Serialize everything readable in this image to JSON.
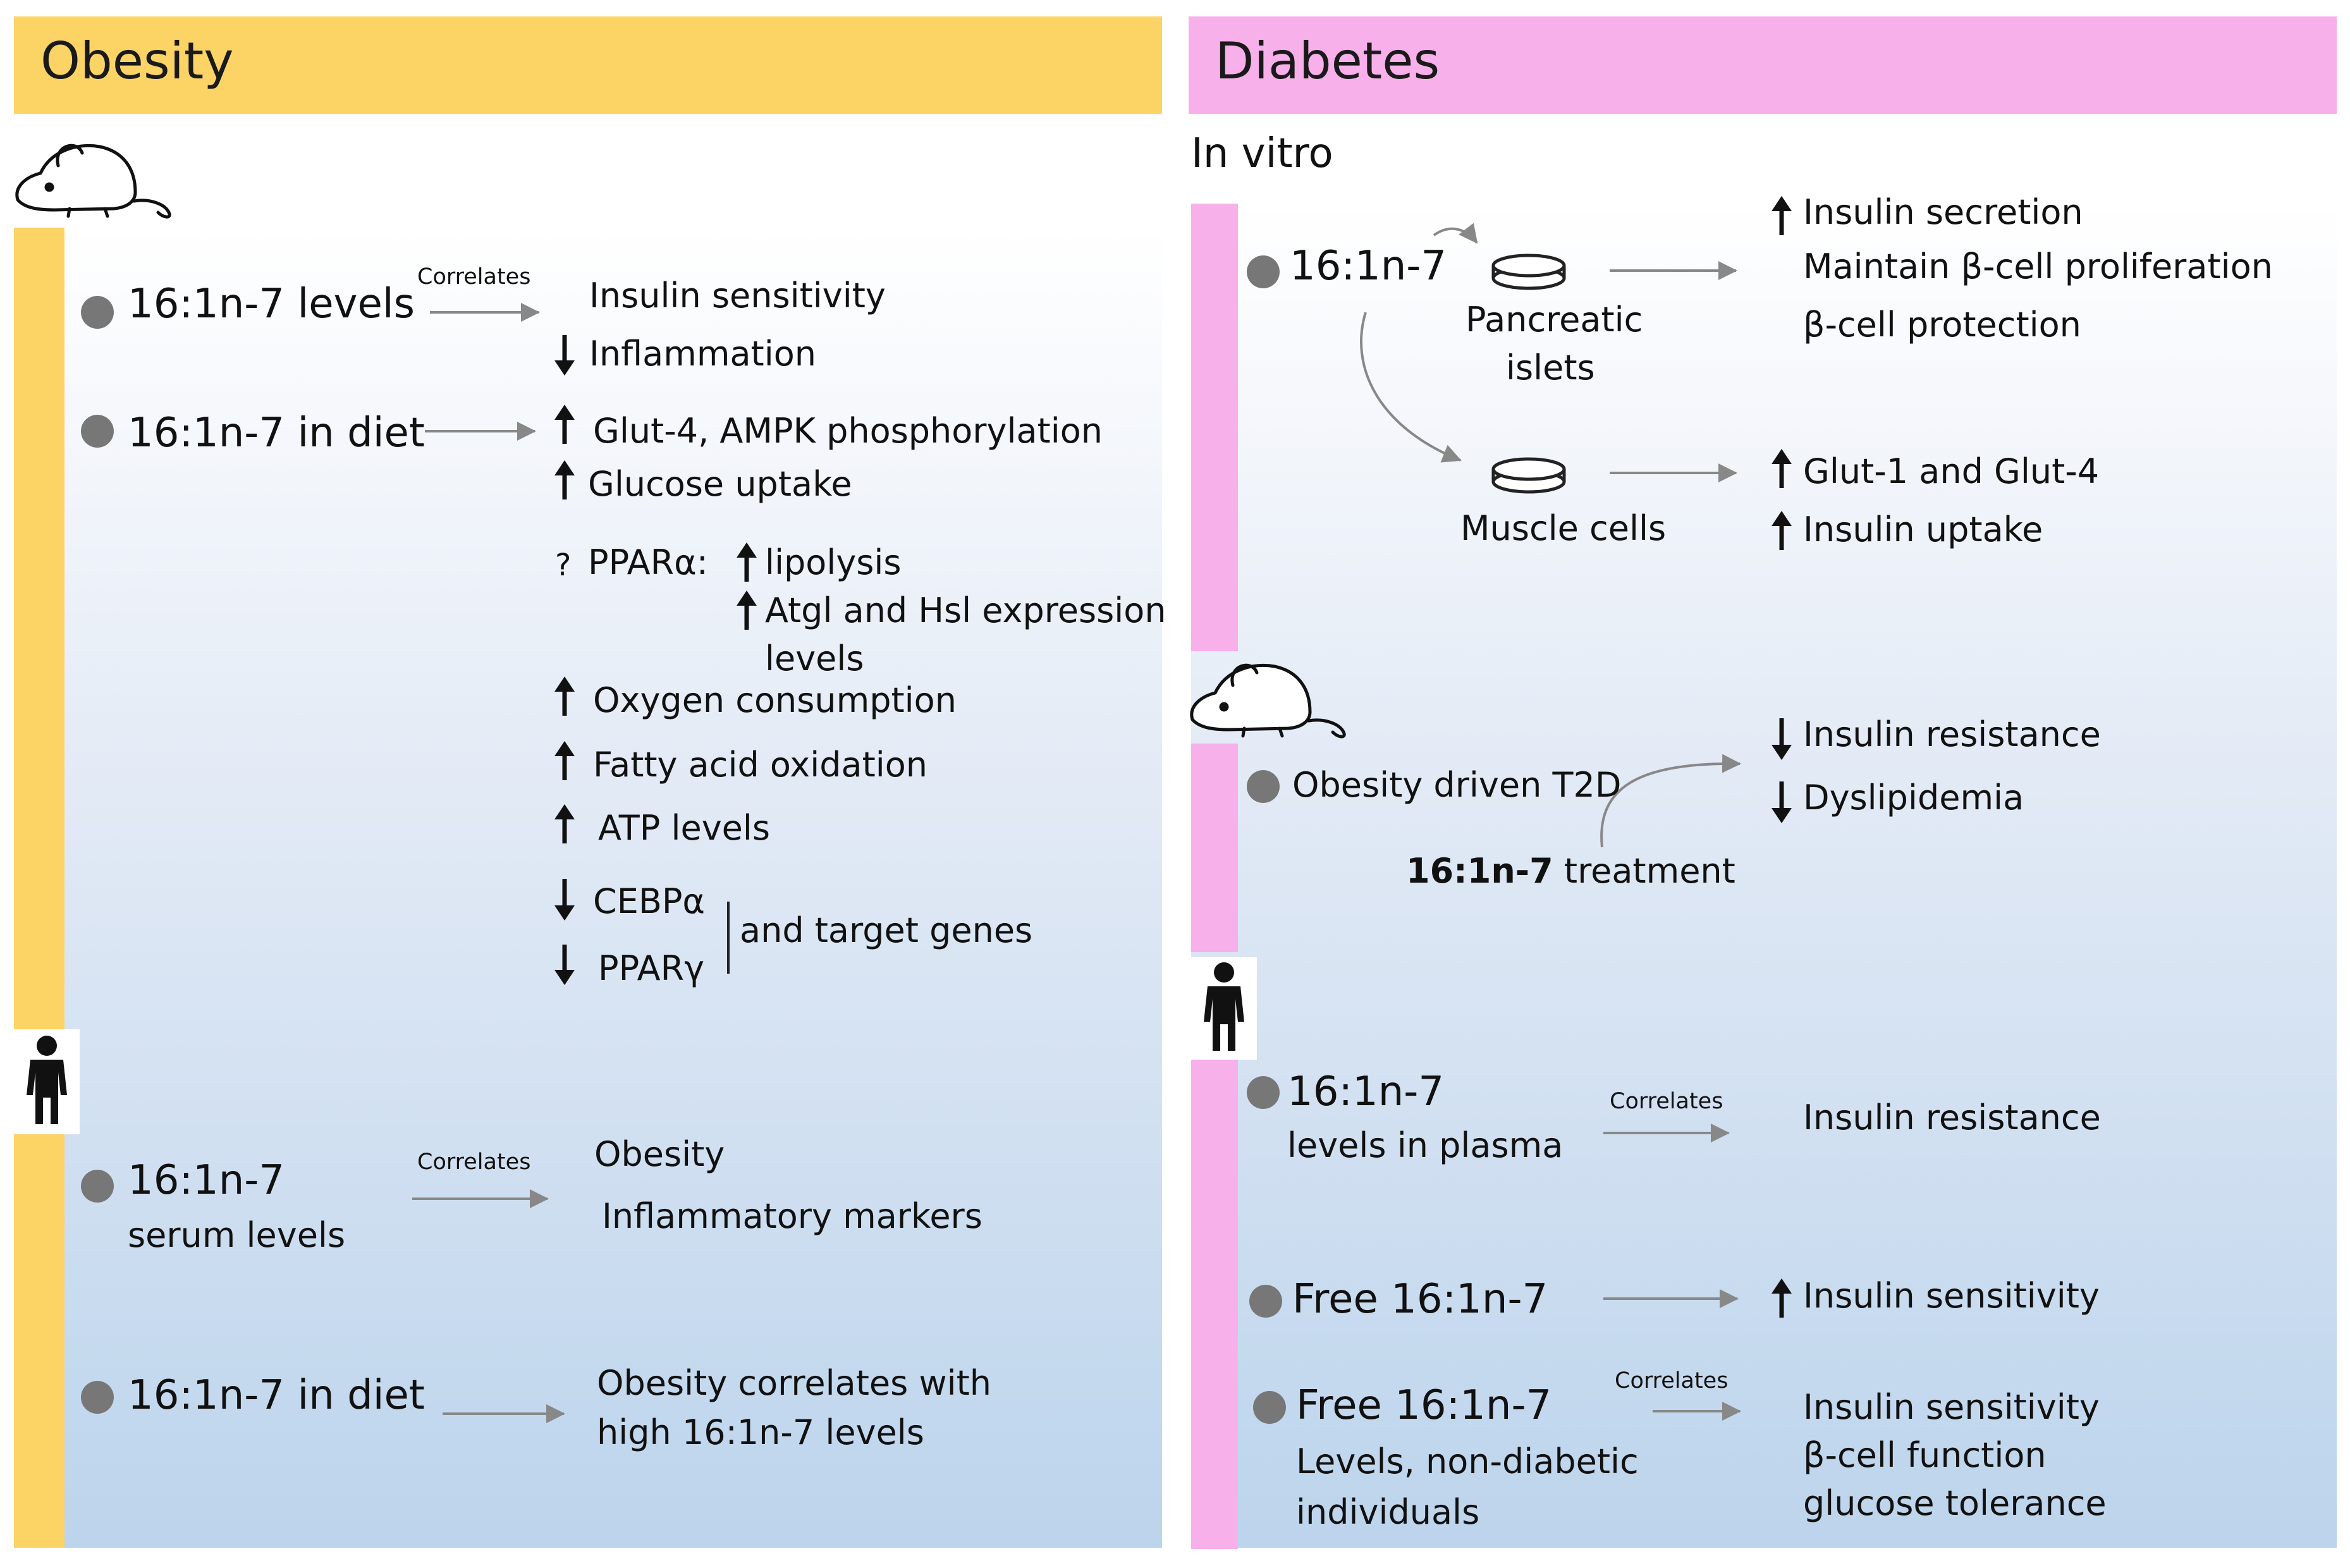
{
  "obesity": {
    "title": "Obesity",
    "mouse": {
      "row1": {
        "label": "16:1n-7 levels",
        "arrow_label": "Correlates",
        "effects": [
          "Insulin sensitivity",
          "Inflammation"
        ]
      },
      "row2": {
        "label": "16:1n-7 in diet",
        "effects": [
          "Glut-4, AMPK phosphorylation",
          "Glucose uptake"
        ],
        "ppar": {
          "prefix": "?",
          "label": "PPARα:",
          "items": [
            "lipolysis",
            "Atgl and Hsl expression",
            "levels"
          ]
        },
        "more": [
          "Oxygen consumption",
          "Fatty acid oxidation",
          "ATP levels"
        ],
        "down": [
          "CEBPα",
          "PPARγ"
        ],
        "target": "and target genes"
      }
    },
    "human": {
      "row1": {
        "label": "16:1n-7",
        "sublabel": "serum levels",
        "arrow_label": "Correlates",
        "effects": [
          "Obesity",
          "Inflammatory  markers"
        ]
      },
      "row2": {
        "label": "16:1n-7 in diet",
        "effects": [
          "Obesity correlates with",
          "high 16:1n-7 levels"
        ]
      }
    }
  },
  "diabetes": {
    "title": "Diabetes",
    "invitro": {
      "label": "In vitro",
      "compound": "16:1n-7",
      "islets": "Pancreatic",
      "islets2": "islets",
      "islet_effects": [
        "Insulin secretion",
        "Maintain β-cell proliferation",
        "β-cell protection"
      ],
      "muscle": "Muscle cells",
      "muscle_effects": [
        "Glut-1 and Glut-4",
        "Insulin uptake"
      ]
    },
    "mouse": {
      "label": "Obesity driven  T2D",
      "treatment_bold": "16:1n-7",
      "treatment_rest": " treatment",
      "effects": [
        "Insulin resistance",
        "Dyslipidemia"
      ]
    },
    "human": {
      "row1": {
        "label": "16:1n-7",
        "sublabel": "levels in plasma",
        "arrow_label": "Correlates",
        "effect": "Insulin resistance"
      },
      "row2": {
        "label": "Free 16:1n-7",
        "effect": "Insulin sensitivity"
      },
      "row3": {
        "label": "Free 16:1n-7",
        "sublabel1": "Levels, non-diabetic",
        "sublabel2": "individuals",
        "arrow_label": "Correlates",
        "effects": [
          "Insulin sensitivity",
          "β-cell function",
          "glucose tolerance"
        ]
      }
    }
  },
  "colors": {
    "obesity": "#fcd466",
    "diabetes": "#f7b0ea",
    "dot": "#777777",
    "arrow": "#888888"
  },
  "icons": [
    "mouse-icon",
    "person-icon",
    "petri-dish-icon",
    "arrow-up-icon",
    "arrow-down-icon"
  ]
}
